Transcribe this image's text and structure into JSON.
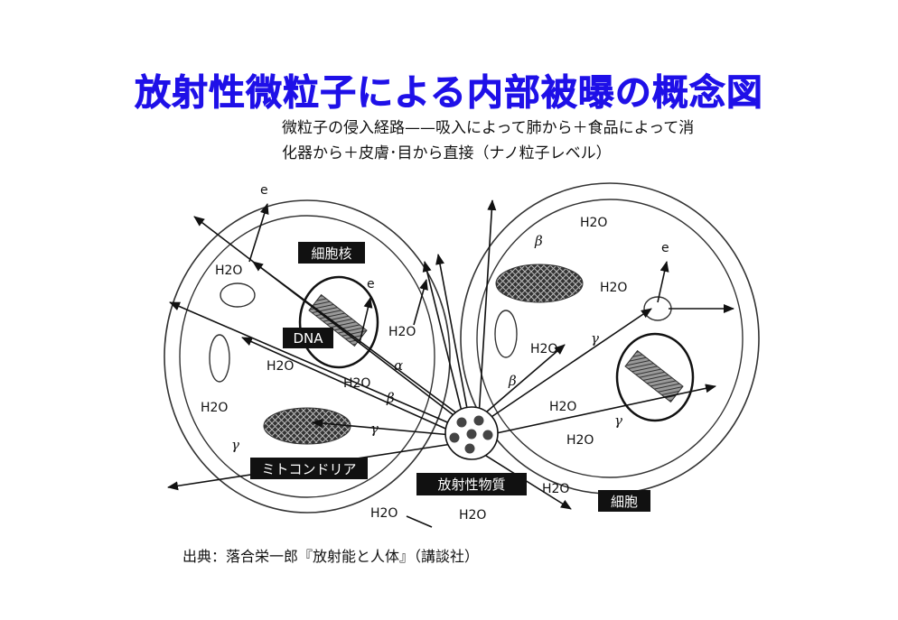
{
  "title": "放射性微粒子による内部被曝の概念図",
  "subtitle": {
    "line1": "微粒子の侵入経路——吸入によって肺から＋食品によって消",
    "line2": "化器から＋皮膚･目から直接（ナノ粒子レベル）"
  },
  "source": "出典：落合栄一郎『放射能と人体』（講談社）",
  "labels": {
    "nucleus": "細胞核",
    "dna": "DNA",
    "mitochondria": "ミトコンドリア",
    "radioactive": "放射性物質",
    "cell": "細胞"
  },
  "water": "H2O",
  "particles": {
    "electron": "e",
    "alpha": "α",
    "beta": "β",
    "gamma": "γ"
  },
  "colors": {
    "title": "#1f10e8",
    "label_box": "#111111"
  }
}
